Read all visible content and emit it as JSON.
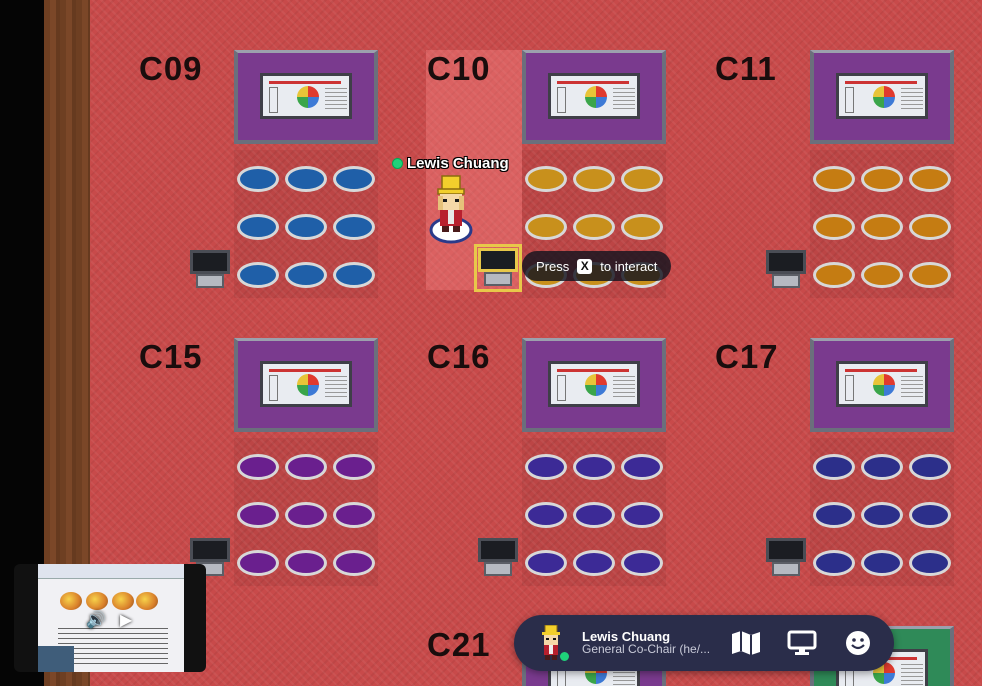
{
  "booths": [
    {
      "id": "C09"
    },
    {
      "id": "C10"
    },
    {
      "id": "C11"
    },
    {
      "id": "C15"
    },
    {
      "id": "C16"
    },
    {
      "id": "C17"
    },
    {
      "id": "C21"
    }
  ],
  "player": {
    "name": "Lewis Chuang",
    "status": "online"
  },
  "interact_prompt": {
    "press": "Press",
    "key": "X",
    "action": "to interact"
  },
  "status_bar": {
    "name": "Lewis Chuang",
    "role": "General Co-Chair (he/..."
  },
  "icons": {
    "volume": "volume-icon",
    "play": "play-icon",
    "map": "map-icon",
    "screen_share": "screen-share-icon",
    "emoji": "emoji-icon"
  },
  "colors": {
    "carpet": "#c84a4a",
    "status_bar_bg": "#2a2d4a",
    "online": "#1fd17a",
    "highlight": "#e8c84a"
  }
}
